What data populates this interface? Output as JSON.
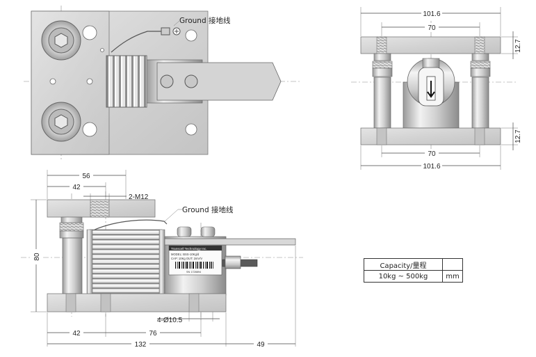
{
  "top_view": {
    "ground_label": "Ground 接地线"
  },
  "side_view": {
    "dim_top_width": "101.6",
    "dim_top_inner": "70",
    "dim_top_thickness": "12.7",
    "dim_bottom_thickness": "12.7",
    "dim_bottom_inner": "70",
    "dim_bottom_width": "101.6"
  },
  "front_view": {
    "dim_56": "56",
    "dim_42_top": "42",
    "thread_label": "2-M12",
    "ground_label": "Ground 接地线",
    "dim_height": "80",
    "hole_label": "4-Ø10.5",
    "dim_42_bottom": "42",
    "dim_76": "76",
    "dim_132": "132",
    "dim_49": "49",
    "nameplate": {
      "line1": "Transcell Technology Inc.",
      "line2": "MODEL: BSS-10Kg/d",
      "line3": "CAP: 10Kg   OUT: 2mV/V",
      "line4": "SN 1728894"
    }
  },
  "spec_table": {
    "capacity_header": "Capacity/量程",
    "capacity_value": "10kg ~ 500kg",
    "unit": "mm"
  }
}
